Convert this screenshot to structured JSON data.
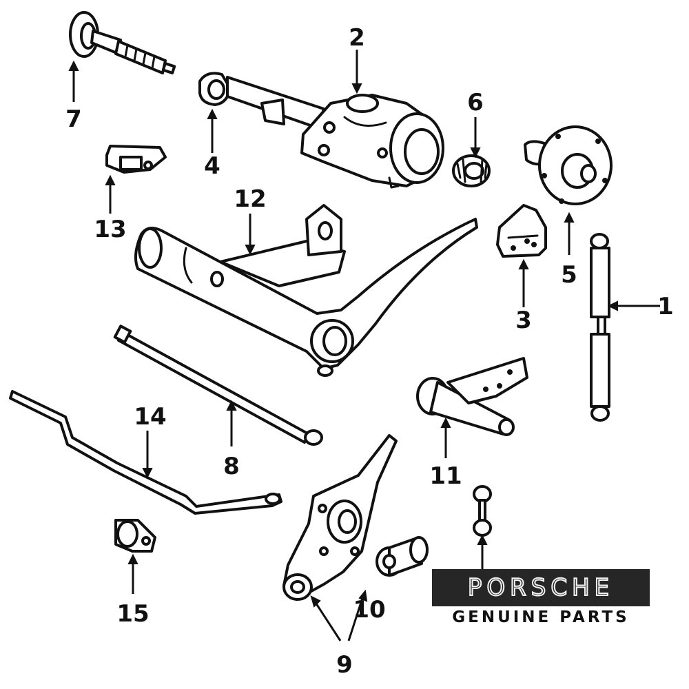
{
  "diagram": {
    "callouts": [
      {
        "id": "1",
        "label": "1"
      },
      {
        "id": "2",
        "label": "2"
      },
      {
        "id": "3",
        "label": "3"
      },
      {
        "id": "4",
        "label": "4"
      },
      {
        "id": "5",
        "label": "5"
      },
      {
        "id": "6",
        "label": "6"
      },
      {
        "id": "7",
        "label": "7"
      },
      {
        "id": "8",
        "label": "8"
      },
      {
        "id": "9",
        "label": "9"
      },
      {
        "id": "10",
        "label": "10"
      },
      {
        "id": "11",
        "label": "11"
      },
      {
        "id": "12",
        "label": "12"
      },
      {
        "id": "13",
        "label": "13"
      },
      {
        "id": "14",
        "label": "14"
      },
      {
        "id": "15",
        "label": "15"
      }
    ]
  },
  "logo": {
    "wordmark": "PORSCHE",
    "tagline": "GENUINE PARTS",
    "box_color": "#262626"
  }
}
